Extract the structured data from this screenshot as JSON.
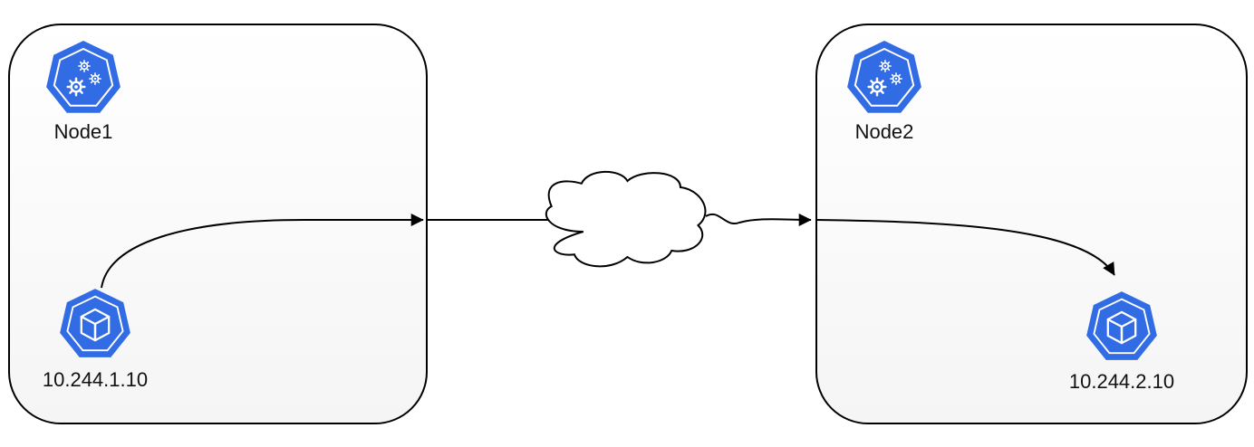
{
  "diagram": {
    "left_box": {
      "node_label": "Node1",
      "pod_label": "10.244.1.10"
    },
    "right_box": {
      "node_label": "Node2",
      "pod_label": "10.244.2.10"
    },
    "icons": [
      "kubernetes-node-icon",
      "kubernetes-pod-icon",
      "network-cloud-icon",
      "arrow-icon"
    ],
    "colors": {
      "kubernetes_blue": "#326CE5",
      "icon_detail_white": "#FFFFFF",
      "line_black": "#000000",
      "box_fill_top": "#FFFFFF",
      "box_fill_bottom": "#F6F6F6",
      "background": "#FFFFFF"
    }
  }
}
